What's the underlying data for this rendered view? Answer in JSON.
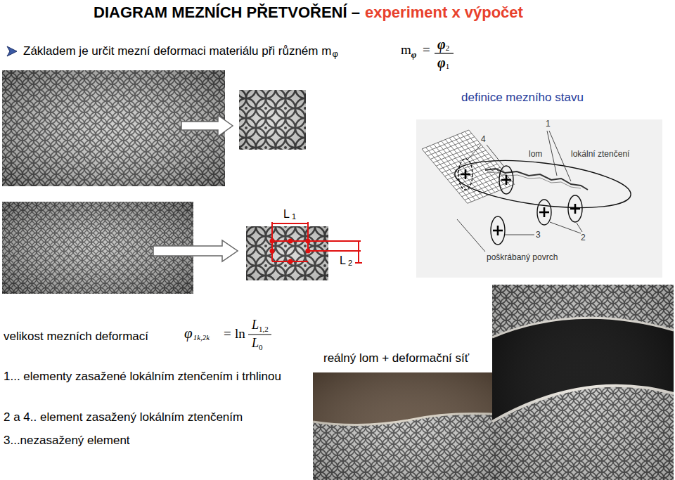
{
  "diagram": {
    "title": "DIAGRAM MEZNÍCH PŘETVOŘENÍ –",
    "labels": [
      "experiment x výpočet",
      "Základem je určit mezní deformaci materiálu při různém m",
      "φ",
      "m",
      "φ",
      "=",
      "φ",
      "2",
      "φ",
      "1",
      "definice mezního stavu",
      "1",
      "4",
      "lom",
      "lokální ztenčení",
      "3",
      "2",
      "poškrábaný povrch",
      "L",
      "1",
      "L",
      "2",
      "velikost mezních deformací",
      "φ",
      "1k,2k",
      "=",
      "ln",
      "L",
      "1,2",
      "L",
      "0",
      "1... elementy zasažené lokálním ztenčením i trhlinou",
      "2 a 4.. element zasažený lokálním ztenčením",
      "3...nezasažený element",
      "reálný lom + deformační síť"
    ]
  }
}
